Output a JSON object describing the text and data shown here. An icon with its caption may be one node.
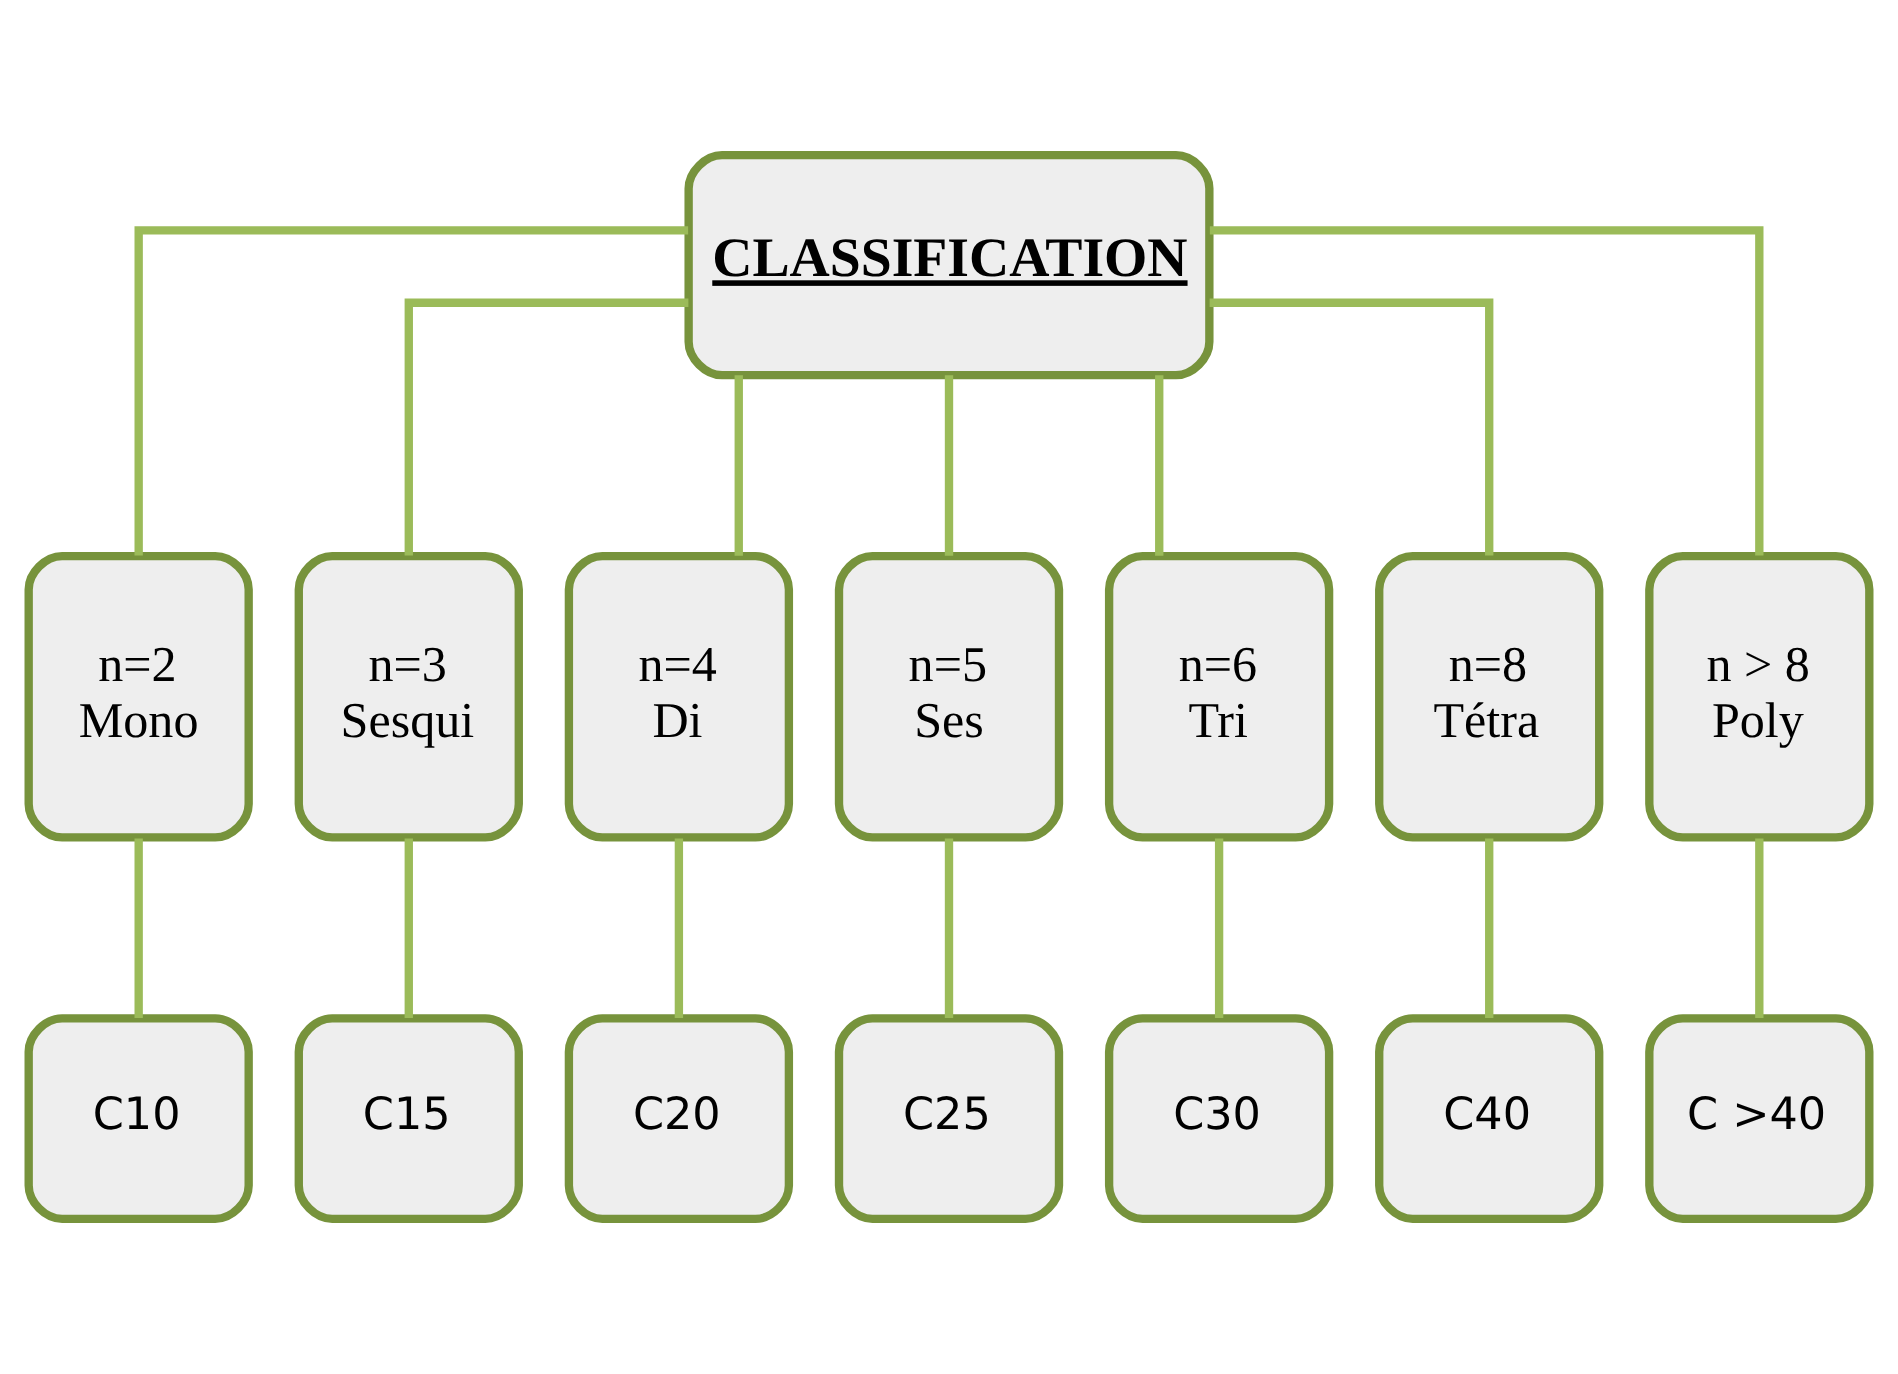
{
  "diagram": {
    "nodes": [
      {
        "text": [
          "CLASSIFICATION"
        ]
      },
      {
        "text": [
          "n=2",
          "Mono"
        ]
      },
      {
        "text": [
          "n=3",
          "Sesqui"
        ]
      },
      {
        "text": [
          "n=4",
          "Di"
        ]
      },
      {
        "text": [
          "n=5",
          "Ses"
        ]
      },
      {
        "text": [
          "n=6",
          "Tri"
        ]
      },
      {
        "text": [
          "n=8",
          "Tétra"
        ]
      },
      {
        "text": [
          "n > 8",
          "Poly"
        ]
      },
      {
        "text": [
          "C10"
        ]
      },
      {
        "text": [
          "C15"
        ]
      },
      {
        "text": [
          "C20"
        ]
      },
      {
        "text": [
          "C25"
        ]
      },
      {
        "text": [
          "C30"
        ]
      },
      {
        "text": [
          "C40"
        ]
      },
      {
        "text": [
          "C >40"
        ]
      }
    ],
    "edges": [
      {
        "from": 0,
        "to": 1,
        "arrow": "none"
      },
      {
        "from": 0,
        "to": 2,
        "arrow": "none"
      },
      {
        "from": 0,
        "to": 3,
        "arrow": "none"
      },
      {
        "from": 0,
        "to": 4,
        "arrow": "none"
      },
      {
        "from": 0,
        "to": 5,
        "arrow": "none"
      },
      {
        "from": 0,
        "to": 6,
        "arrow": "none"
      },
      {
        "from": 0,
        "to": 7,
        "arrow": "none"
      },
      {
        "from": 1,
        "to": 8,
        "arrow": "none"
      },
      {
        "from": 2,
        "to": 9,
        "arrow": "none"
      },
      {
        "from": 3,
        "to": 10,
        "arrow": "none"
      },
      {
        "from": 4,
        "to": 11,
        "arrow": "none"
      },
      {
        "from": 5,
        "to": 12,
        "arrow": "none"
      },
      {
        "from": 6,
        "to": 13,
        "arrow": "none"
      },
      {
        "from": 7,
        "to": 14,
        "arrow": "none"
      }
    ]
  }
}
